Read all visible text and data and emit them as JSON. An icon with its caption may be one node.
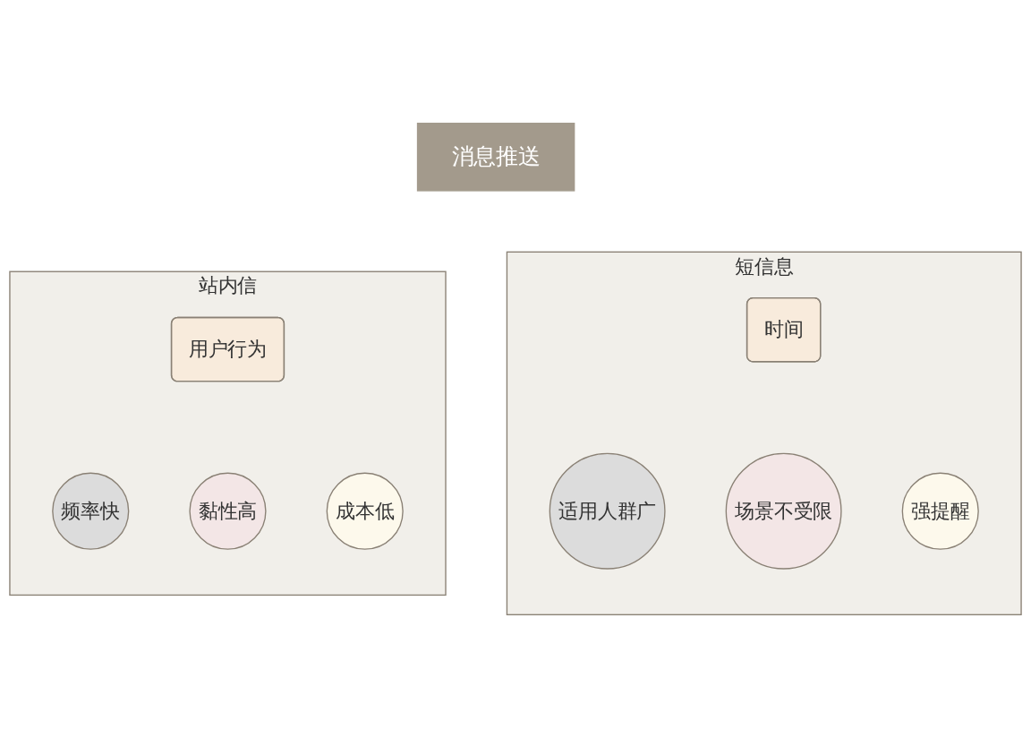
{
  "diagram": {
    "nodes": [
      {
        "text": [
          "消息推送"
        ]
      },
      {
        "text": [
          "站内信"
        ]
      },
      {
        "text": [
          "用户行为"
        ],
        "in": 1
      },
      {
        "text": [
          "频率快"
        ],
        "in": 1
      },
      {
        "text": [
          "黏性高"
        ],
        "in": 1
      },
      {
        "text": [
          "成本低"
        ],
        "in": 1
      },
      {
        "text": [
          "短信息"
        ]
      },
      {
        "text": [
          "时间"
        ],
        "in": 6
      },
      {
        "text": [
          "适用人群广"
        ],
        "in": 6
      },
      {
        "text": [
          "场景不受限"
        ],
        "in": 6
      },
      {
        "text": [
          "强提醒"
        ],
        "in": 6
      }
    ],
    "edges": []
  }
}
